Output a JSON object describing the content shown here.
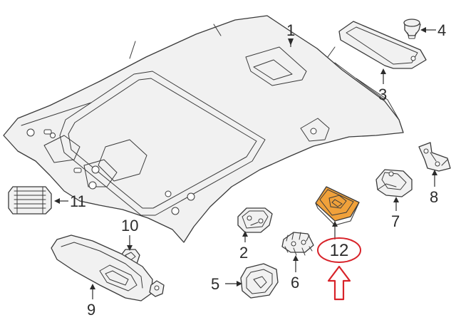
{
  "parts": [
    {
      "id": "headliner",
      "label": "1"
    },
    {
      "id": "bracket-2",
      "label": "2"
    },
    {
      "id": "grab-handle-cover",
      "label": "3"
    },
    {
      "id": "clip",
      "label": "4"
    },
    {
      "id": "cover-5",
      "label": "5"
    },
    {
      "id": "holder-6",
      "label": "6"
    },
    {
      "id": "bracket-7",
      "label": "7"
    },
    {
      "id": "bracket-8",
      "label": "8"
    },
    {
      "id": "sun-visor",
      "label": "9"
    },
    {
      "id": "visor-clip",
      "label": "10"
    },
    {
      "id": "air-vent",
      "label": "11"
    },
    {
      "id": "highlighted-part",
      "label": "12"
    }
  ],
  "highlight": {
    "label_index": 11,
    "part_color": "#f0a13a",
    "circle_color": "#d8232a",
    "arrow_color": "#d8232a"
  }
}
